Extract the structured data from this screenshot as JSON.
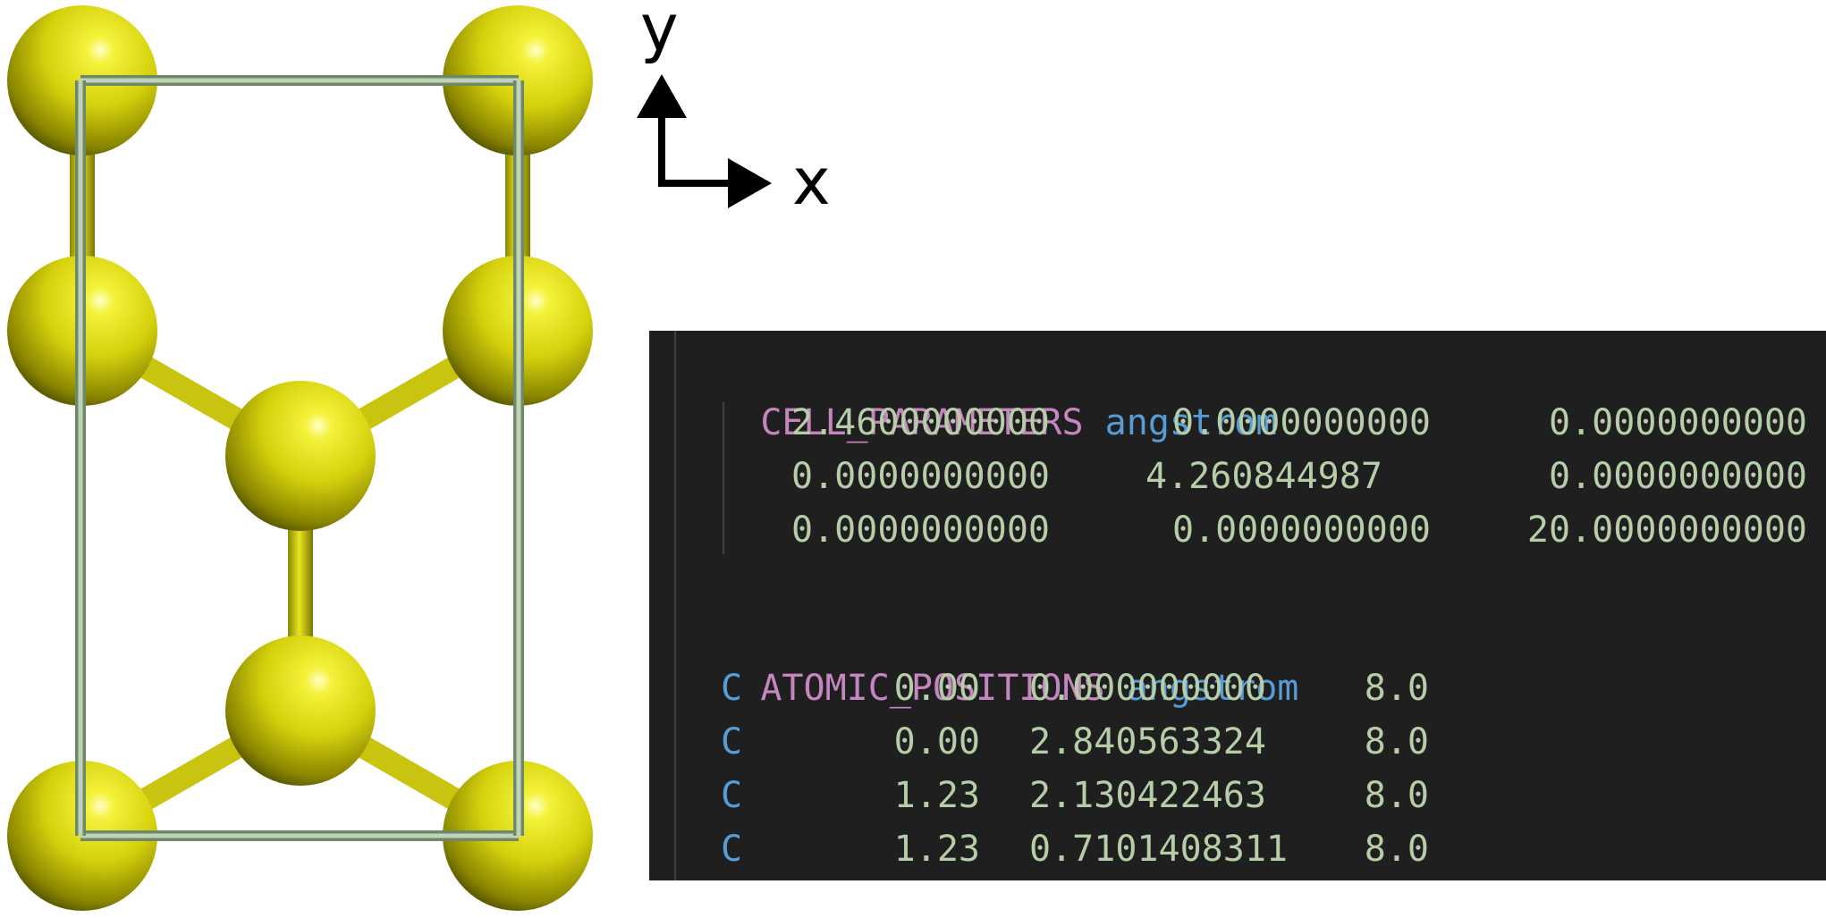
{
  "axes": {
    "x_label": "x",
    "y_label": "y"
  },
  "colors": {
    "atom": "#d6d20a",
    "cell_frame": "#a8bca0",
    "panel_bg": "#1f1f1f",
    "keyword": "#c586c0",
    "unit": "#569cd6",
    "number": "#b5cea8"
  },
  "cell_parameters": {
    "keyword": "CELL_PARAMETERS",
    "unit": "angstrom",
    "rows": [
      [
        "2.4600000000",
        "0.0000000000",
        "0.0000000000"
      ],
      [
        "0.0000000000",
        "4.260844987",
        "0.0000000000"
      ],
      [
        "0.0000000000",
        "0.0000000000",
        "20.0000000000"
      ]
    ]
  },
  "atomic_positions": {
    "keyword": "ATOMIC_POSITIONS",
    "unit": "angstrom",
    "rows": [
      {
        "element": "C",
        "x": "0.00",
        "y": "0.000000000",
        "z": "8.0"
      },
      {
        "element": "C",
        "x": "0.00",
        "y": "2.840563324",
        "z": "8.0"
      },
      {
        "element": "C",
        "x": "1.23",
        "y": "2.130422463",
        "z": "8.0"
      },
      {
        "element": "C",
        "x": "1.23",
        "y": "0.7101408311",
        "z": "8.0"
      }
    ]
  }
}
